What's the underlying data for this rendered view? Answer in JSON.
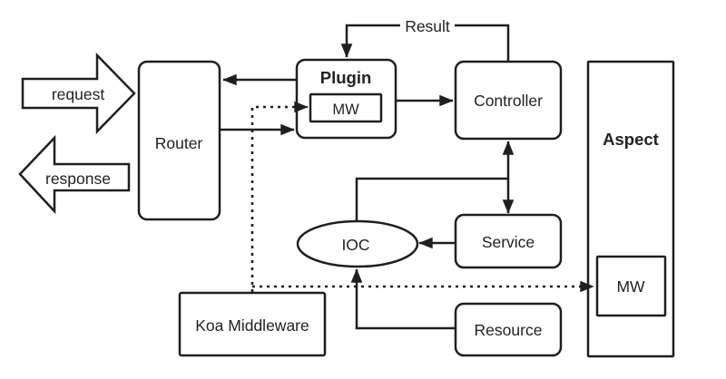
{
  "diagram": {
    "nodes": {
      "request": {
        "label": "request"
      },
      "response": {
        "label": "response"
      },
      "router": {
        "label": "Router"
      },
      "plugin": {
        "label": "Plugin"
      },
      "plugin_mw": {
        "label": "MW"
      },
      "controller": {
        "label": "Controller"
      },
      "aspect": {
        "label": "Aspect"
      },
      "aspect_mw": {
        "label": "MW"
      },
      "ioc": {
        "label": "IOC"
      },
      "service": {
        "label": "Service"
      },
      "resource": {
        "label": "Resource"
      },
      "koa_middleware": {
        "label": "Koa Middleware"
      }
    },
    "edge_labels": {
      "result": "Result"
    },
    "edges": [
      {
        "from": "plugin",
        "to": "router",
        "style": "solid",
        "label": ""
      },
      {
        "from": "router",
        "to": "plugin",
        "style": "solid",
        "label": ""
      },
      {
        "from": "plugin",
        "to": "controller",
        "style": "solid",
        "label": ""
      },
      {
        "from": "controller",
        "to": "plugin",
        "style": "solid",
        "label": "Result"
      },
      {
        "from": "ioc",
        "to": "controller",
        "style": "solid",
        "label": ""
      },
      {
        "from": "controller",
        "to": "service",
        "style": "solid",
        "label": ""
      },
      {
        "from": "service",
        "to": "ioc",
        "style": "solid",
        "label": ""
      },
      {
        "from": "resource",
        "to": "ioc",
        "style": "solid",
        "label": ""
      },
      {
        "from": "koa_middleware",
        "to": "plugin_mw",
        "style": "dotted",
        "label": ""
      },
      {
        "from": "koa_middleware",
        "to": "aspect_mw",
        "style": "dotted",
        "label": ""
      }
    ],
    "colors": {
      "line": "#1f1f1f",
      "background": "#ffffff",
      "text": "#222222"
    }
  }
}
